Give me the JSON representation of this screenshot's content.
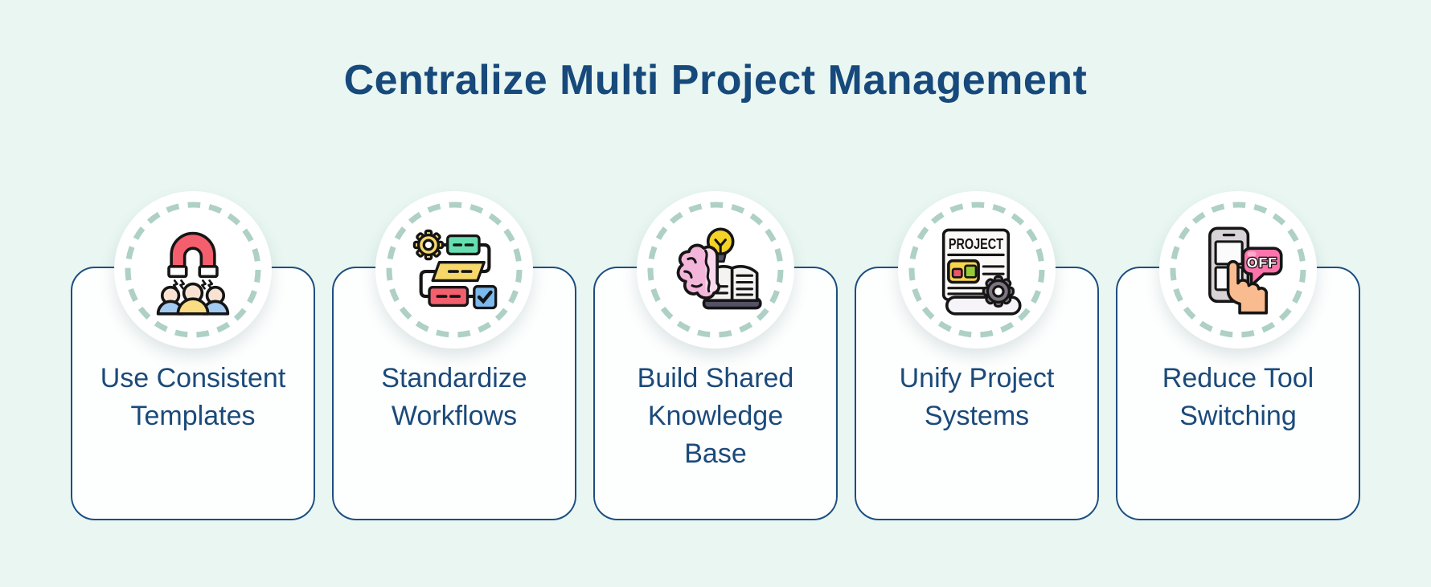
{
  "title": "Centralize Multi Project Management",
  "cards": [
    {
      "label": "Use Consistent Templates",
      "icon": "magnet-team-icon"
    },
    {
      "label": "Standardize Workflows",
      "icon": "workflow-checklist-icon"
    },
    {
      "label": "Build Shared Knowledge Base",
      "icon": "brain-knowledge-book-icon"
    },
    {
      "label": "Unify Project Systems",
      "icon": "project-document-gear-icon"
    },
    {
      "label": "Reduce Tool Switching",
      "icon": "phone-off-tap-icon"
    }
  ],
  "icon_labels": {
    "project": "PROJECT",
    "off": "OFF"
  },
  "colors": {
    "background": "#e9f6f2",
    "card_background": "#fdfefe",
    "card_border": "#1d4e80",
    "title_text": "#17497b",
    "label_text": "#1b4a7a",
    "dashed_ring": "#aed0c6",
    "magnet_red": "#f45f6e",
    "person_blue": "#a3cbf1",
    "person_yellow": "#fadd82",
    "skin": "#f8e3d2",
    "flow_green": "#66dfb0",
    "flow_yellow": "#f6d76b",
    "flow_red": "#f45f6e",
    "check_blue": "#7cb9ec",
    "brain_pink": "#f4b5da",
    "bulb_yellow": "#f4d326",
    "book_base": "#565166",
    "panel_yellow": "#f8d34c",
    "gear_gray": "#7d7580",
    "phone_gray": "#d8d3d7",
    "off_pink": "#fc74ab",
    "hand_peach": "#f9bc90"
  }
}
